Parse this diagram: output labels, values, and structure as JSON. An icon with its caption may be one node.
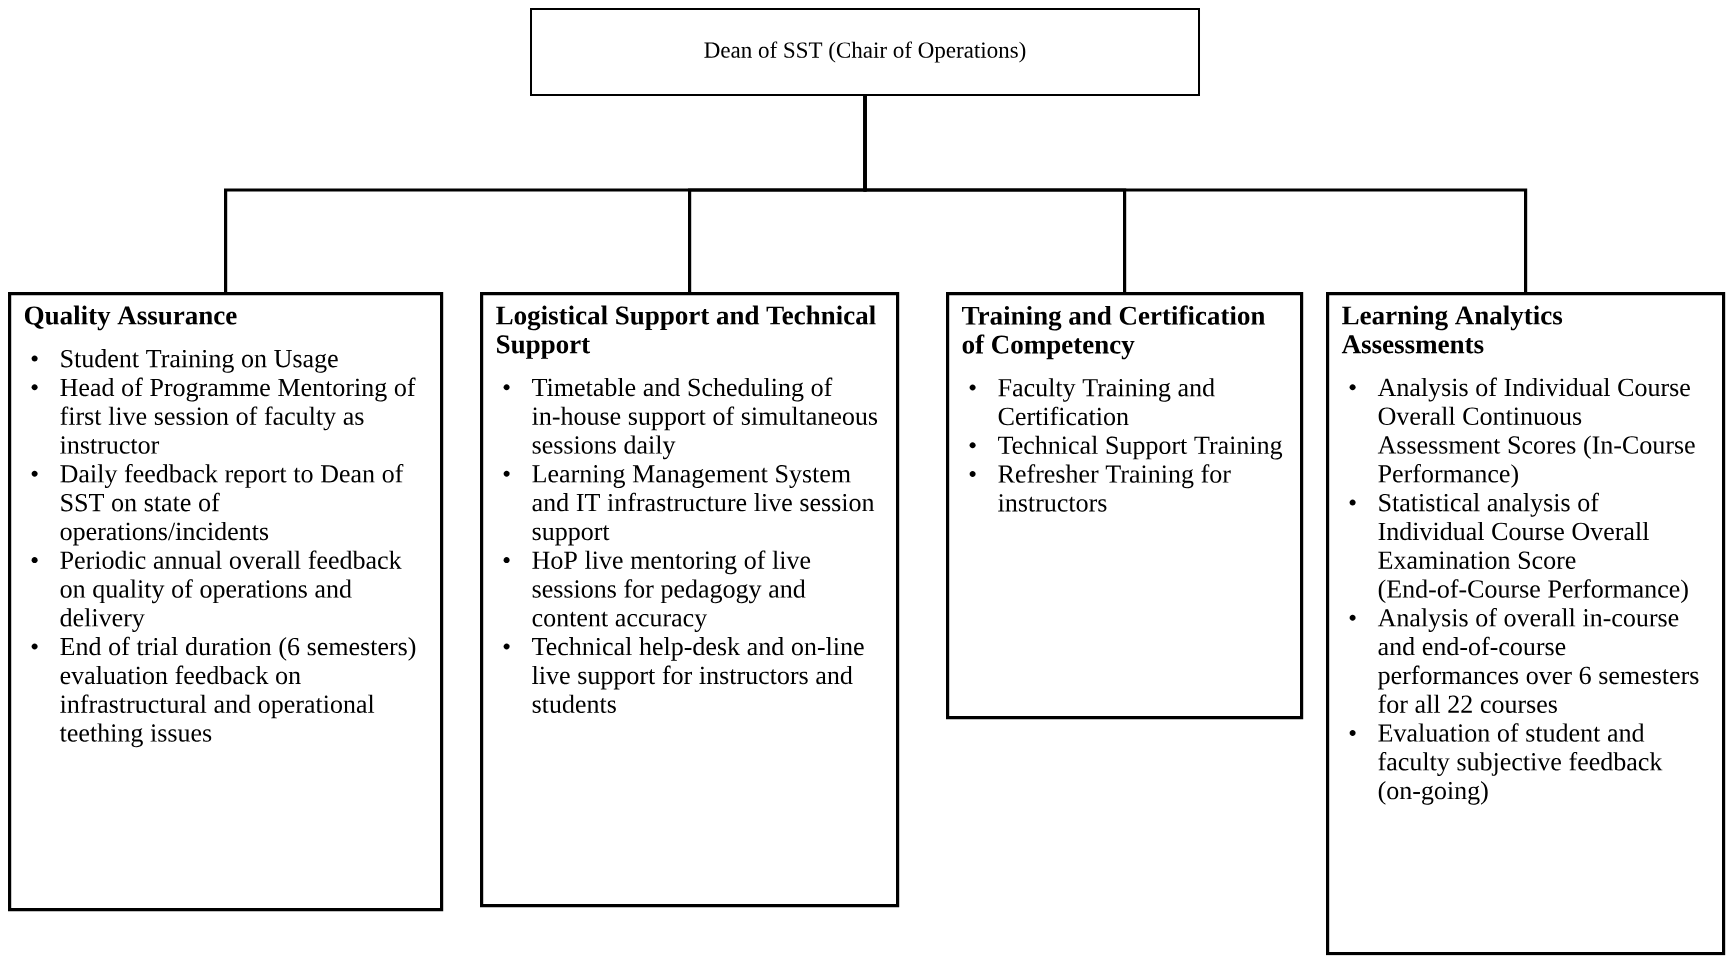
{
  "diagram": {
    "nodes": [
      {
        "text": [
          "Dean of SST (Chair of Operations)"
        ]
      },
      {
        "text": [
          "Quality Assurance",
          "Student Training on Usage",
          "Head of Programme Mentoring of first live session of faculty as instructor",
          "Daily feedback report to Dean of SST on state of operations/incidents",
          "Periodic annual overall feedback on quality of operations and delivery",
          "End of trial duration (6 semesters) evaluation feedback on infrastructural and operational teething issues"
        ]
      },
      {
        "text": [
          "Logistical Support and Technical Support",
          "Timetable and Scheduling of in-house support of simultaneous sessions daily",
          "Learning Management System and IT infrastructure live session support",
          "HoP live mentoring of live sessions for pedagogy and content accuracy",
          "Technical help-desk and on-line live support for instructors and students"
        ]
      },
      {
        "text": [
          "Training and Certification of Competency",
          "Faculty Training and Certification",
          "Technical Support Training",
          "Refresher Training for instructors"
        ]
      },
      {
        "text": [
          "Learning Analytics Assessments",
          "Analysis of Individual Course Overall Continuous Assessment Scores (In-Course Performance)",
          "Statistical analysis of Individual Course Overall Examination Score (End-of-Course Performance)",
          "Analysis of overall in-course and end-of-course performances over 6 semesters for all 22 courses",
          "Evaluation of student and faculty subjective feedback (on-going)"
        ]
      }
    ],
    "edges": [
      {
        "from": 0,
        "to": 1,
        "arrow": "none"
      },
      {
        "from": 0,
        "to": 2,
        "arrow": "none"
      },
      {
        "from": 0,
        "to": 3,
        "arrow": "none"
      },
      {
        "from": 0,
        "to": 4,
        "arrow": "none"
      }
    ]
  }
}
